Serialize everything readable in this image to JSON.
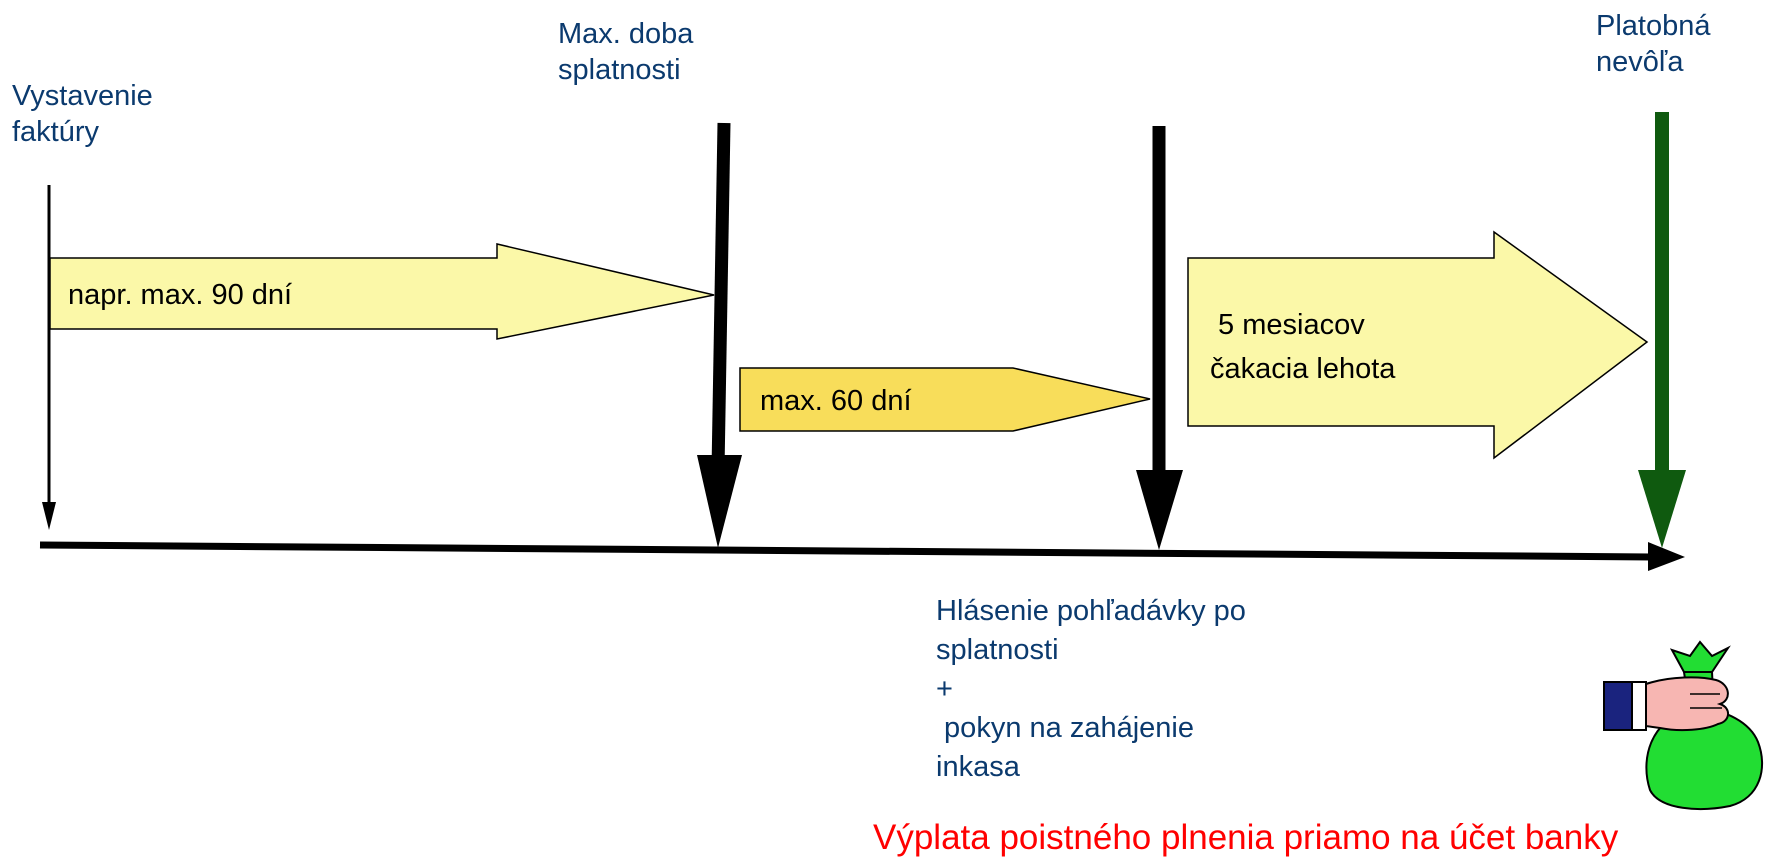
{
  "labels": {
    "invoice_issue": "Vystavenie\nfaktúry",
    "max_due": "Max. doba\nsplatnosti",
    "payment_default": "Platobná\nnevôľa",
    "claim_report": "Hlásenie pohľadávky po\nsplatnosti\n+\n pokyn na zahájenie\ninkasa"
  },
  "periods": {
    "first": "napr. max. 90 dní",
    "second": "max. 60 dní",
    "third": " 5 mesiacov\nčakacia lehota"
  },
  "payout": "Výplata poistného plnenia priamo na účet banky",
  "colors": {
    "label_text": "#0b3a6e",
    "payout_text": "#ff0000",
    "arrow_light_yellow": "#fbf8a8",
    "arrow_gold": "#f8dd5a",
    "marker_black": "#000000",
    "marker_green": "#0f5a0f",
    "money_bag": "#22dd33"
  },
  "icons": {
    "payout_illustration": "hand-holding-money-bag-icon"
  }
}
